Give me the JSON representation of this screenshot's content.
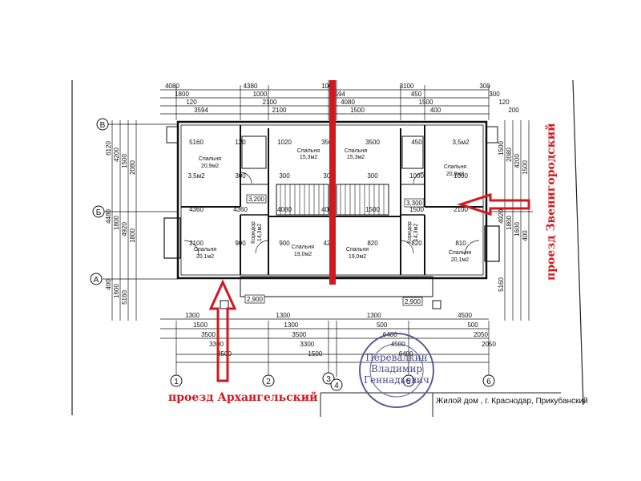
{
  "plan": {
    "axes_letters": [
      "В",
      "Б",
      "А"
    ],
    "axes_numbers": [
      "1",
      "2",
      "3",
      "4",
      "5",
      "6"
    ],
    "rooms": [
      {
        "name": "Спальня",
        "area": "20,9м2"
      },
      {
        "name": "Спальня",
        "area": "15,3м2"
      },
      {
        "name": "Спальня",
        "area": "15,3м2"
      },
      {
        "name": "Спальня",
        "area": "20,9м2"
      },
      {
        "name": "Спальня",
        "area": "20,1м2"
      },
      {
        "name": "Спальня",
        "area": "19,0м2"
      },
      {
        "name": "Спальня",
        "area": "19,0м2"
      },
      {
        "name": "Спальня",
        "area": "20,1м2"
      },
      {
        "name": "Коридор",
        "area": "14,3м2"
      },
      {
        "name": "Коридор",
        "area": "14,3м2"
      }
    ],
    "level_marks": [
      "3,200",
      "3,300",
      "2,900",
      "2,900"
    ],
    "dims_top": [
      "4080",
      "1800",
      "120",
      "3594",
      "4380",
      "1000",
      "2100",
      "2100",
      "1000",
      "3594",
      "4080",
      "1500",
      "3100",
      "450",
      "1500",
      "400",
      "300",
      "300",
      "120",
      "200"
    ],
    "dims_left": [
      "6120",
      "4200",
      "1500",
      "2080",
      "4480",
      "1800",
      "4920",
      "1800",
      "400",
      "1600",
      "5160"
    ],
    "dims_right": [
      "1500",
      "2080",
      "4200",
      "1500",
      "4920",
      "1800",
      "1600",
      "400",
      "5160"
    ],
    "dims_bottom": [
      "1300",
      "1500",
      "3500",
      "3300",
      "3500",
      "1300",
      "1300",
      "3500",
      "3300",
      "1500",
      "1300",
      "500",
      "6400",
      "4500",
      "6400",
      "4500",
      "500",
      "2050",
      "2050"
    ],
    "inner_dims": [
      "5160",
      "120",
      "1020",
      "3500",
      "3500",
      "450",
      "3,5м2",
      "3,5м2",
      "300",
      "300",
      "300",
      "300",
      "1000",
      "1000",
      "4360",
      "4360",
      "4080",
      "4080",
      "1500",
      "1500",
      "2100",
      "2100",
      "900",
      "900",
      "420",
      "820",
      "820",
      "810"
    ]
  },
  "streets": {
    "left": "проезд Архангельский",
    "right": "проезд Звенигородский"
  },
  "title_block": {
    "text": "Жилой дом , г. Краснодар, Прикубанский"
  },
  "stamp": {
    "name_lines": [
      "Перевалкин",
      "Владимир",
      "Геннадьевич"
    ]
  },
  "colors": {
    "line": "#111111",
    "red_marker": "#d2181e",
    "stamp": "#5a5a96"
  }
}
